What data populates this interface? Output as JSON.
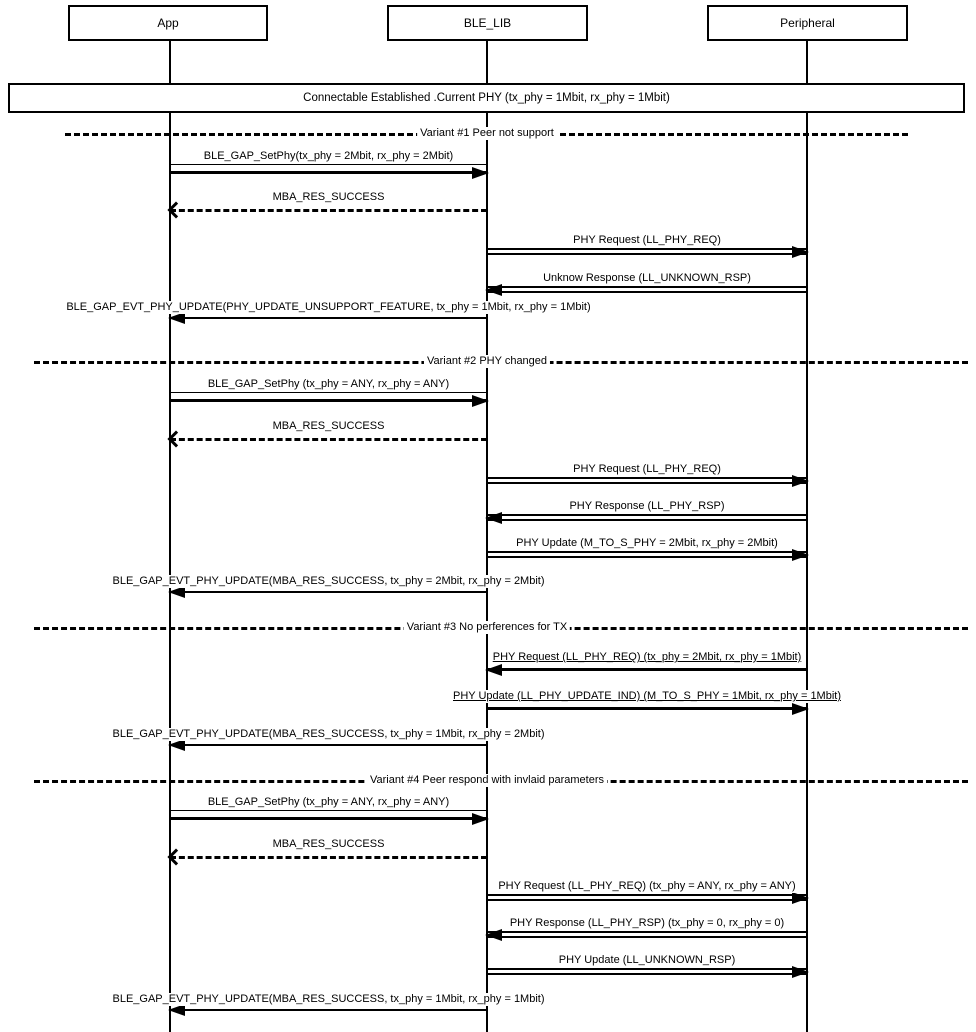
{
  "banner": {
    "text": "Connectable Established .Current PHY (tx_phy = 1Mbit, rx_phy = 1Mbit)"
  },
  "actors": [
    {
      "label": "App"
    },
    {
      "label": "BLE_LIB"
    },
    {
      "label": "Peripheral"
    }
  ],
  "dividers": [
    {
      "label": "Variant #1 Peer not support"
    },
    {
      "label": "Variant #2 PHY changed"
    },
    {
      "label": "Variant #3 No perferences for TX"
    },
    {
      "label": "Variant #4 Peer respond with invlaid parameters"
    }
  ],
  "messages": [
    {
      "label": "BLE_GAP_SetPhy(tx_phy = 2Mbit, rx_phy = 2Mbit)",
      "from": "App",
      "to": "BLE_LIB",
      "line": "solid",
      "arrow": "filled"
    },
    {
      "label": "MBA_RES_SUCCESS",
      "from": "BLE_LIB",
      "to": "App",
      "line": "dashed",
      "arrow": "open"
    },
    {
      "label": "PHY Request (LL_PHY_REQ)",
      "from": "BLE_LIB",
      "to": "Peripheral",
      "line": "double",
      "arrow": "filled"
    },
    {
      "label": "Unknow Response (LL_UNKNOWN_RSP)",
      "from": "Peripheral",
      "to": "BLE_LIB",
      "line": "double",
      "arrow": "filled"
    },
    {
      "label": "BLE_GAP_EVT_PHY_UPDATE(PHY_UPDATE_UNSUPPORT_FEATURE, tx_phy = 1Mbit, rx_phy = 1Mbit)",
      "from": "BLE_LIB",
      "to": "App",
      "line": "solid",
      "arrow": "filled"
    },
    {
      "label": "BLE_GAP_SetPhy (tx_phy = ANY, rx_phy = ANY)",
      "from": "App",
      "to": "BLE_LIB",
      "line": "solid",
      "arrow": "filled"
    },
    {
      "label": "MBA_RES_SUCCESS",
      "from": "BLE_LIB",
      "to": "App",
      "line": "dashed",
      "arrow": "open"
    },
    {
      "label": "PHY Request (LL_PHY_REQ)",
      "from": "BLE_LIB",
      "to": "Peripheral",
      "line": "double",
      "arrow": "filled"
    },
    {
      "label": "PHY Response (LL_PHY_RSP)",
      "from": "Peripheral",
      "to": "BLE_LIB",
      "line": "double",
      "arrow": "filled"
    },
    {
      "label": "PHY Update (M_TO_S_PHY = 2Mbit, rx_phy = 2Mbit)",
      "from": "BLE_LIB",
      "to": "Peripheral",
      "line": "double",
      "arrow": "filled"
    },
    {
      "label": "BLE_GAP_EVT_PHY_UPDATE(MBA_RES_SUCCESS, tx_phy = 2Mbit, rx_phy = 2Mbit)",
      "from": "BLE_LIB",
      "to": "App",
      "line": "solid",
      "arrow": "filled"
    },
    {
      "label": "PHY Request (LL_PHY_REQ) (tx_phy = 2Mbit, rx_phy = 1Mbit)",
      "from": "Peripheral",
      "to": "BLE_LIB",
      "line": "solid",
      "arrow": "filled"
    },
    {
      "label": "PHY Update (LL_PHY_UPDATE_IND) (M_TO_S_PHY = 1Mbit, rx_phy = 1Mbit)",
      "from": "BLE_LIB",
      "to": "Peripheral",
      "line": "solid",
      "arrow": "filled"
    },
    {
      "label": "BLE_GAP_EVT_PHY_UPDATE(MBA_RES_SUCCESS, tx_phy = 1Mbit, rx_phy = 2Mbit)",
      "from": "BLE_LIB",
      "to": "App",
      "line": "solid",
      "arrow": "filled"
    },
    {
      "label": "BLE_GAP_SetPhy (tx_phy = ANY, rx_phy = ANY)",
      "from": "App",
      "to": "BLE_LIB",
      "line": "solid",
      "arrow": "filled"
    },
    {
      "label": "MBA_RES_SUCCESS",
      "from": "BLE_LIB",
      "to": "App",
      "line": "dashed",
      "arrow": "open"
    },
    {
      "label": "PHY Request (LL_PHY_REQ) (tx_phy = ANY, rx_phy = ANY)",
      "from": "BLE_LIB",
      "to": "Peripheral",
      "line": "double",
      "arrow": "filled"
    },
    {
      "label": "PHY Response (LL_PHY_RSP) (tx_phy = 0, rx_phy = 0)",
      "from": "Peripheral",
      "to": "BLE_LIB",
      "line": "double",
      "arrow": "filled"
    },
    {
      "label": "PHY Update (LL_UNKNOWN_RSP)",
      "from": "BLE_LIB",
      "to": "Peripheral",
      "line": "double",
      "arrow": "filled"
    },
    {
      "label": "BLE_GAP_EVT_PHY_UPDATE(MBA_RES_SUCCESS, tx_phy = 1Mbit, rx_phy = 1Mbit)",
      "from": "BLE_LIB",
      "to": "App",
      "line": "solid",
      "arrow": "filled"
    }
  ]
}
